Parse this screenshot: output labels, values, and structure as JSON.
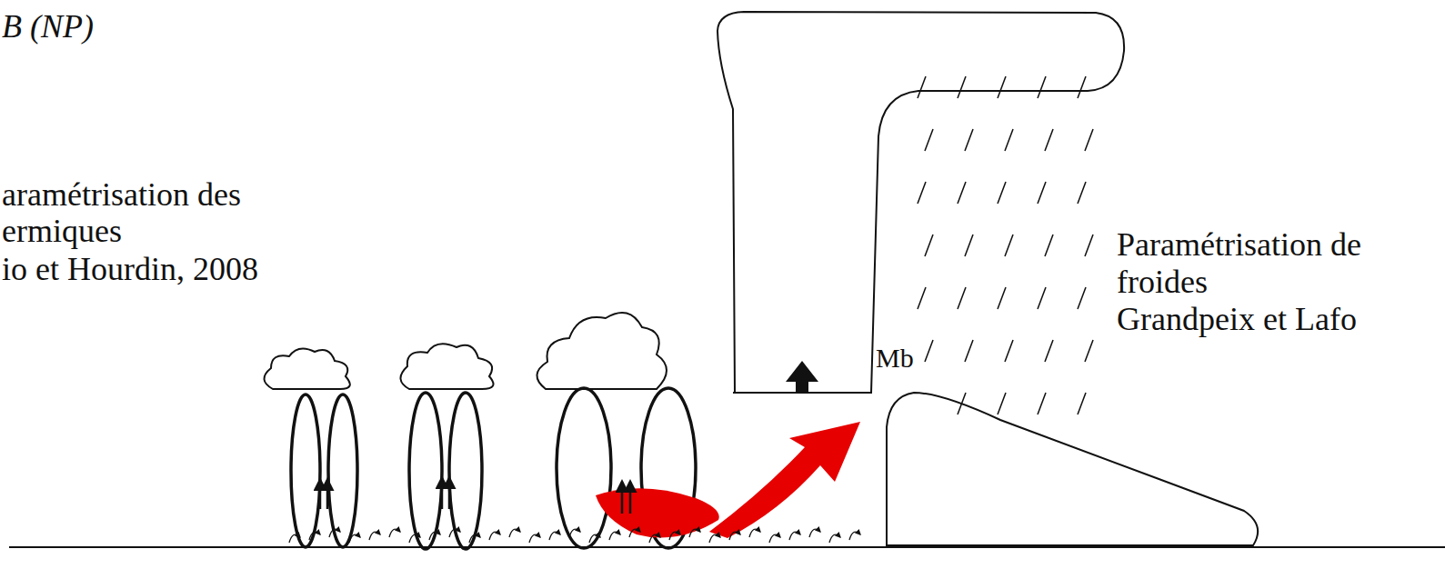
{
  "diagram": {
    "labels": [
      "B (NP)",
      "aramétrisation des",
      "ermiques",
      "io et Hourdin, 2008",
      "Paramétrisation de",
      "froides",
      "Grandpeix et Lafo",
      "Mb"
    ]
  }
}
